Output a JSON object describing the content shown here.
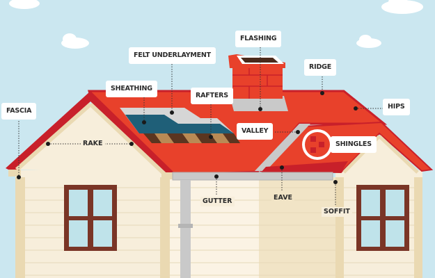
{
  "labels": {
    "flashing": "FLASHING",
    "felt_underlayment": "FELT UNDERLAYMENT",
    "ridge": "RIDGE",
    "sheathing": "SHEATHING",
    "rafters": "RAFTERS",
    "fascia": "FASCIA",
    "hips": "HIPS",
    "rake": "RAKE",
    "valley": "VALLEY",
    "shingles": "SHINGLES",
    "gutter": "GUTTER",
    "eave": "EAVE",
    "soffit": "SOFFIT"
  },
  "colors": {
    "sky": "#cbe7f0",
    "roof": "#e8412b",
    "roof_edge": "#c8202a",
    "wall": "#f7eedb",
    "window_frame": "#7a3526",
    "glass": "#bfe3ea",
    "metal": "#c9c9c9",
    "sheathing": "#1f5f78"
  }
}
